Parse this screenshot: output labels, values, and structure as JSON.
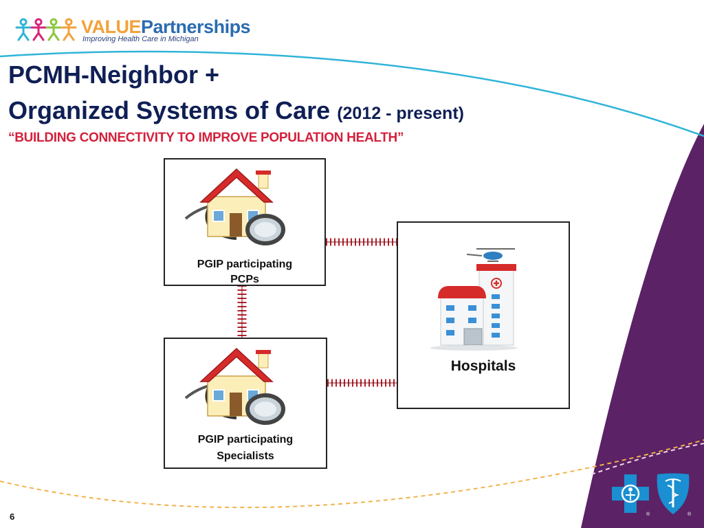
{
  "logo": {
    "brand_value": "VALUE",
    "brand_partnerships": "Partnerships",
    "tagline": "Improving Health Care in Michigan"
  },
  "title": {
    "line1": "PCMH-Neighbor +",
    "line2_main": "Organized Systems of Care",
    "line2_dates": "(2012 - present)",
    "subtitle": "“BUILDING CONNECTIVITY TO IMPROVE POPULATION HEALTH”"
  },
  "diagram": {
    "nodes": {
      "pcps": {
        "line1": "PGIP participating",
        "line2": "PCPs"
      },
      "specialists": {
        "line1": "PGIP participating",
        "line2": "Specialists"
      },
      "hospitals": {
        "label": "Hospitals"
      }
    },
    "connectors": [
      "pcps-hospitals",
      "pcps-specialists",
      "specialists-hospitals"
    ]
  },
  "footer": {
    "page_number": "6"
  },
  "colors": {
    "title": "#0f1f55",
    "subtitle": "#d4203c",
    "purple_band": "#5b2266",
    "accent_teal": "#2fb4d8",
    "accent_orange": "#f2a23a",
    "coil": "#b3202a"
  },
  "icons": [
    "people-logo-icon",
    "house-stethoscope-icon",
    "hospital-icon",
    "blue-cross-icon",
    "blue-shield-icon"
  ]
}
